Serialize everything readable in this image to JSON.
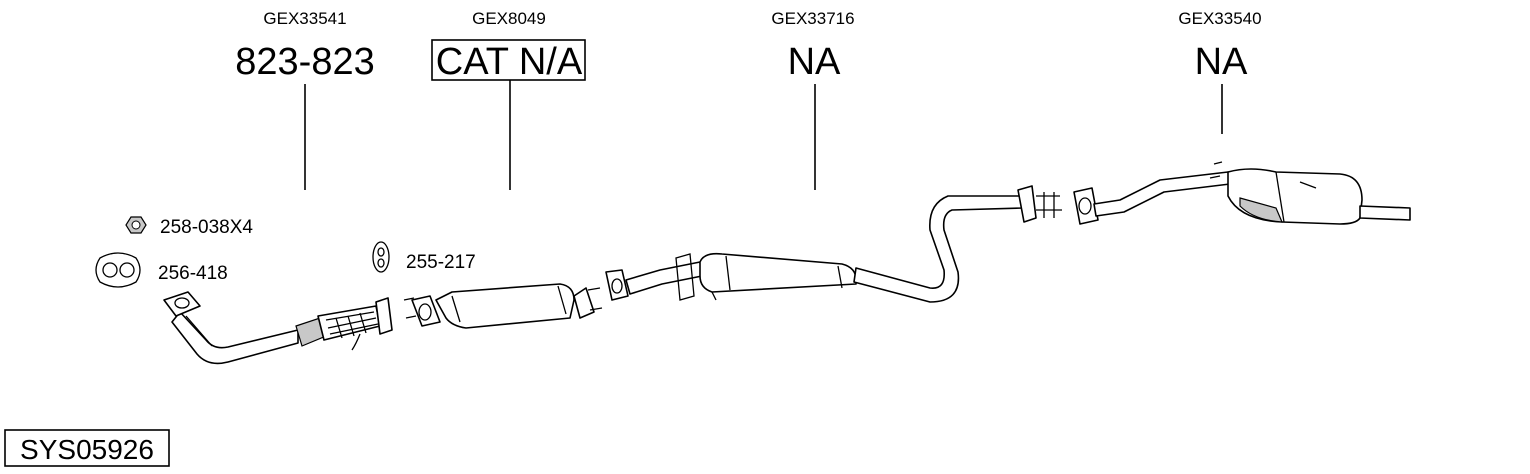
{
  "assemblies": [
    {
      "code": "GEX33541",
      "ref": "823-823"
    },
    {
      "code": "GEX8049",
      "ref": "CAT N/A"
    },
    {
      "code": "GEX33716",
      "ref": "NA"
    },
    {
      "code": "GEX33540",
      "ref": "NA"
    }
  ],
  "parts": [
    {
      "number": "258-038X4",
      "icon": "nut-icon"
    },
    {
      "number": "256-418",
      "icon": "gasket-icon"
    },
    {
      "number": "255-217",
      "icon": "rubber-mount-icon"
    }
  ],
  "system_id": "SYS05926"
}
